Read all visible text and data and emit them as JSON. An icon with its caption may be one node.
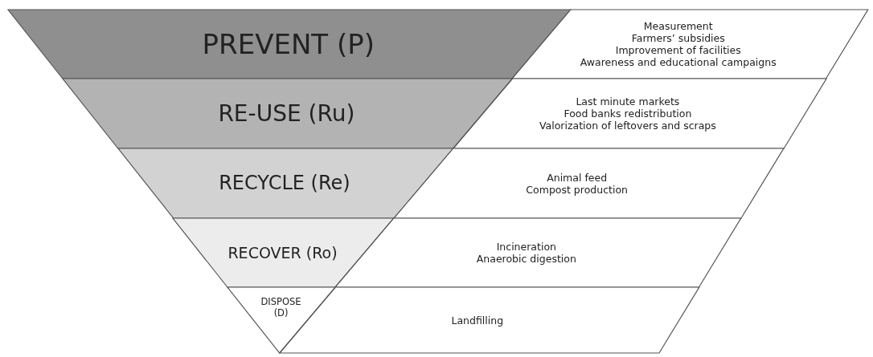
{
  "diagram": {
    "nodes": [
      {
        "text": [
          "PREVENT (P)"
        ]
      },
      {
        "text": [
          "Measurement",
          "Farmers’ subsidies",
          "Improvement of facilities",
          "Awareness and educational campaigns"
        ]
      },
      {
        "text": [
          "RE-USE (Ru)"
        ]
      },
      {
        "text": [
          "Last minute markets",
          "Food banks redistribution",
          "Valorization of leftovers and scraps"
        ]
      },
      {
        "text": [
          "RECYCLE (Re)"
        ]
      },
      {
        "text": [
          "Animal feed",
          "Compost production"
        ]
      },
      {
        "text": [
          "RECOVER (Ro)"
        ]
      },
      {
        "text": [
          "Incineration",
          "Anaerobic digestion"
        ]
      },
      {
        "text": [
          "DISPOSE (D)"
        ]
      },
      {
        "text": [
          "Landfilling"
        ]
      }
    ]
  }
}
